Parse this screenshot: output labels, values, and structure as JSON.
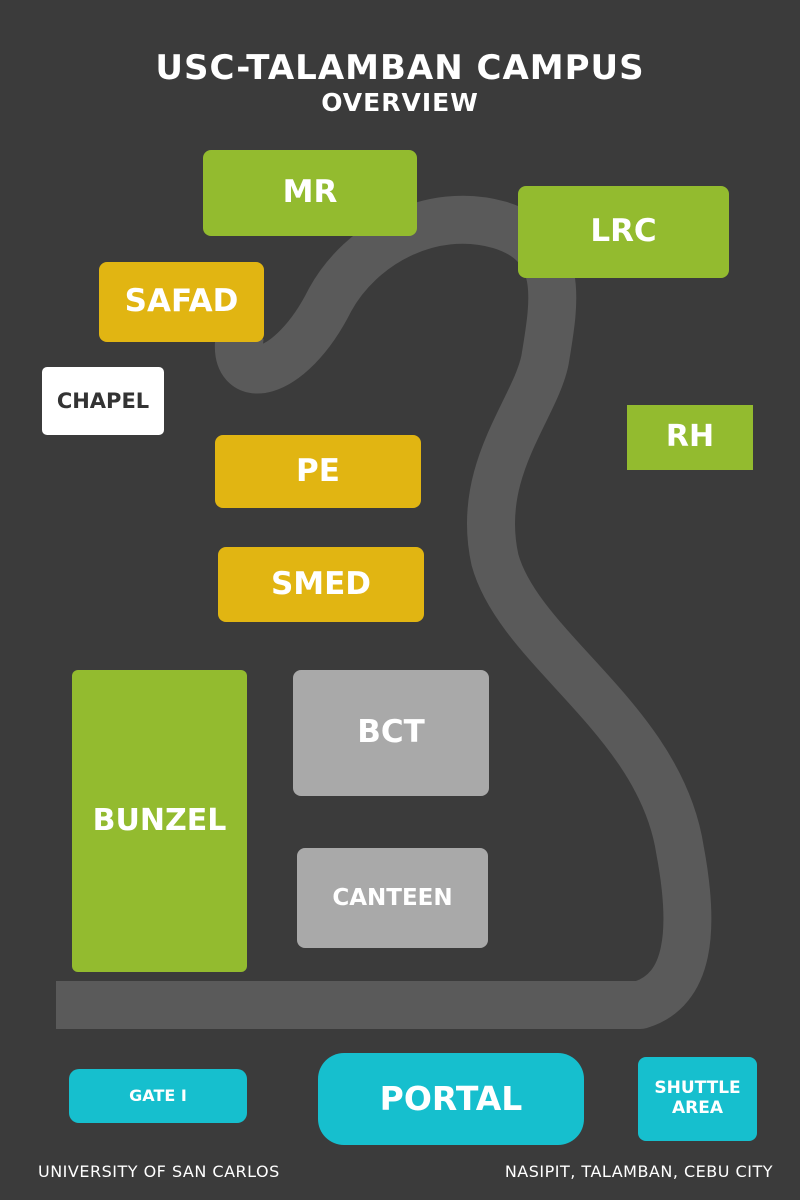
{
  "header": {
    "title": "USC-TALAMBAN CAMPUS",
    "subtitle": "OVERVIEW"
  },
  "colors": {
    "background": "#3b3b3b",
    "road": "#5a5a5a",
    "green": "#93bb2f",
    "yellow": "#e1b512",
    "gray": "#a9a9a9",
    "white": "#ffffff",
    "cyan": "#16bfce"
  },
  "buildings": {
    "mr": "MR",
    "lrc": "LRC",
    "safad": "SAFAD",
    "chapel": "CHAPEL",
    "rh": "RH",
    "pe": "PE",
    "smed": "SMED",
    "bunzel": "BUNZEL",
    "bct": "BCT",
    "canteen": "CANTEEN"
  },
  "entrances": {
    "gate": "GATE I",
    "portal": "PORTAL",
    "shuttle_line1": "SHUTTLE",
    "shuttle_line2": "AREA"
  },
  "footer": {
    "left": "UNIVERSITY OF SAN CARLOS",
    "right": "NASIPIT, TALAMBAN, CEBU CITY"
  }
}
